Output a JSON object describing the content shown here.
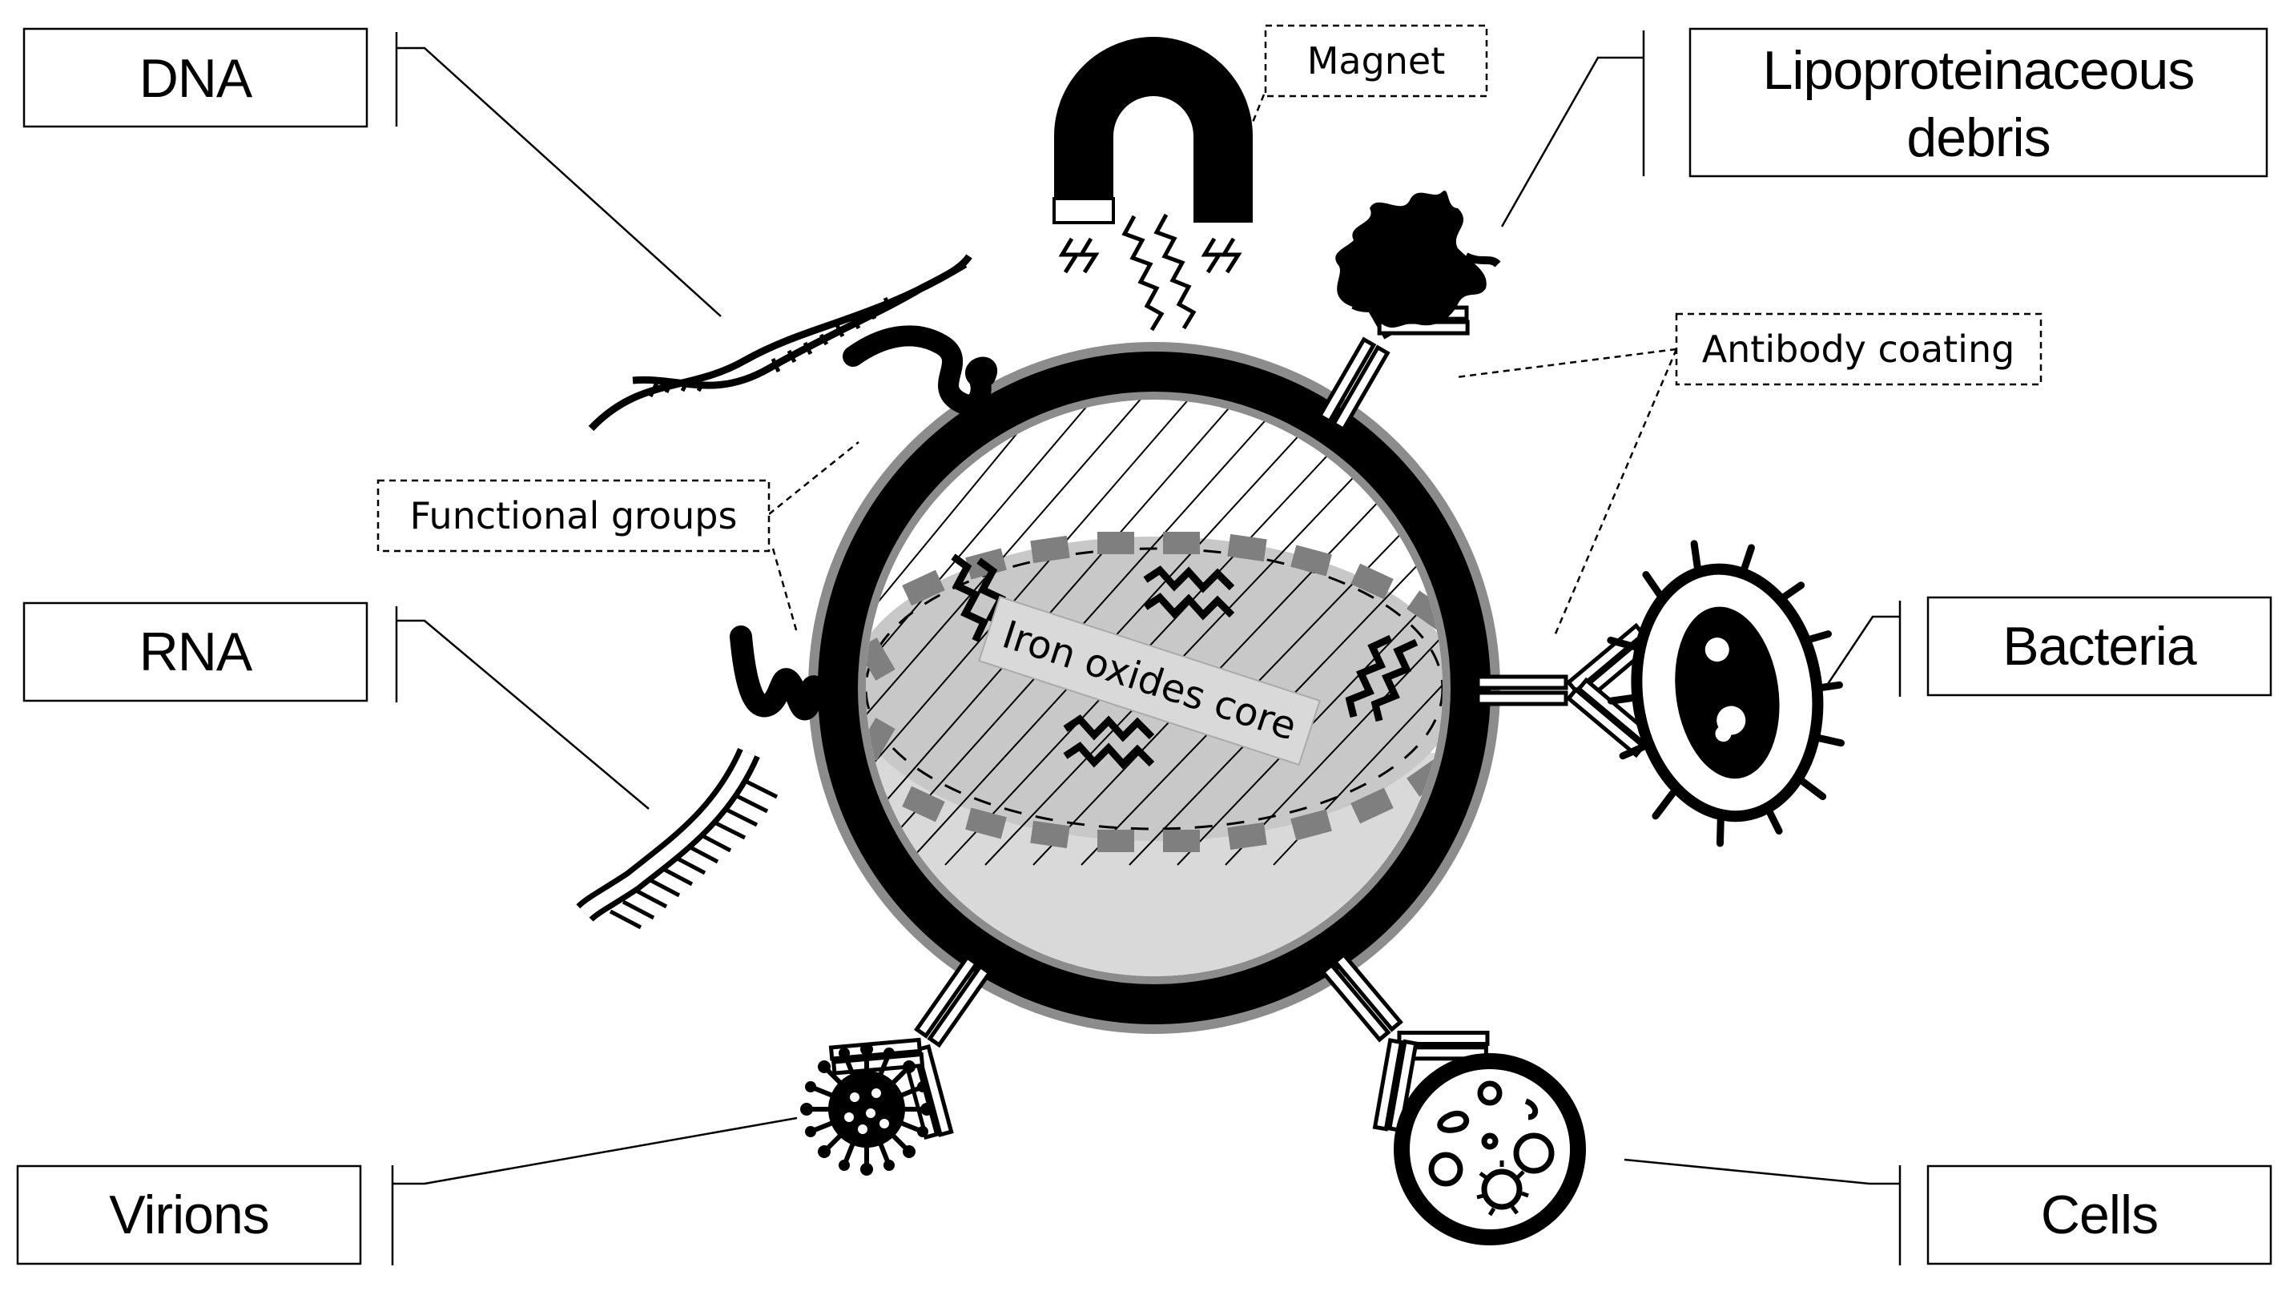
{
  "labels": {
    "dna": "DNA",
    "rna": "RNA",
    "virions": "Virions",
    "lipo_line1": "Lipoproteinaceous",
    "lipo_line2": "debris",
    "bacteria": "Bacteria",
    "cells": "Cells",
    "magnet": "Magnet",
    "functional_groups": "Functional groups",
    "antibody_coating": "Antibody coating",
    "core": "Iron oxides core"
  },
  "icons": {
    "magnet": "magnet-icon",
    "dna": "dna-helix-icon",
    "rna": "rna-strand-icon",
    "virion": "virus-icon",
    "debris": "debris-icon",
    "bacterium": "bacterium-icon",
    "cell": "cell-icon",
    "antibody": "antibody-icon",
    "nanoparticle": "magnetic-nanoparticle-icon"
  },
  "colors": {
    "shell_outer": "#8c8c8c",
    "shell": "#000000",
    "core_fill": "#d9d9d9",
    "band_fill": "#c8c8c8",
    "tick_fill": "#7f7f7f"
  }
}
